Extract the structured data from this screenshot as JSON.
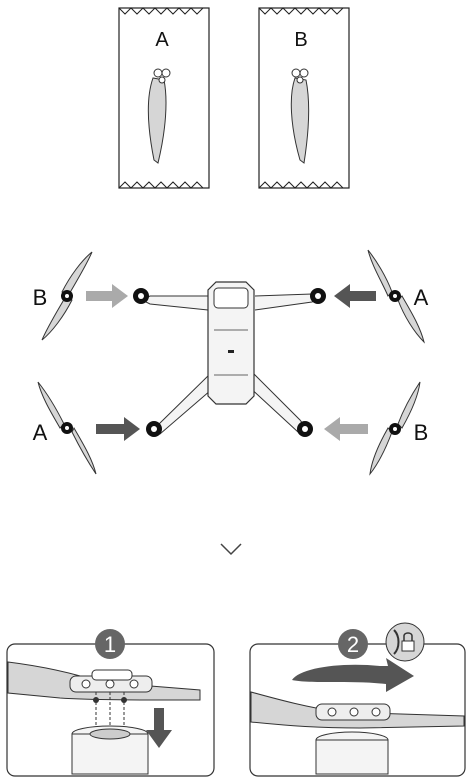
{
  "packages": [
    {
      "label": "A"
    },
    {
      "label": "B"
    }
  ],
  "drone_diagram": {
    "front_left_label": "B",
    "front_right_label": "A",
    "rear_left_label": "A",
    "rear_right_label": "B"
  },
  "steps": [
    {
      "number": "1"
    },
    {
      "number": "2"
    }
  ],
  "icons": {
    "expand": "chevron-down-icon",
    "lock": "lock-icon",
    "press_down": "arrow-down-icon",
    "rotate": "rotate-arrow-icon"
  },
  "colors": {
    "arrow_dark": "#555555",
    "arrow_light": "#aaaaaa",
    "propeller": "#d6d6d6",
    "line": "#222222"
  }
}
